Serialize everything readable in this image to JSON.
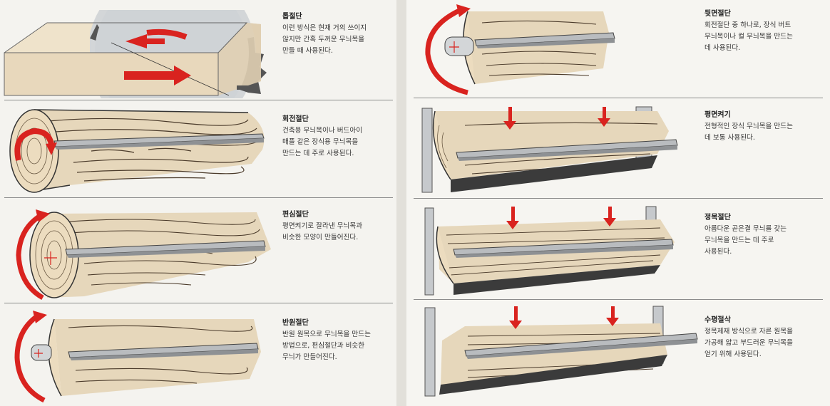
{
  "left_page": {
    "sections": [
      {
        "title": "톱절단",
        "text": "이런 방식은 현재 거의 쓰이지\n않지만 간혹 두꺼운 무늬목을\n만들 때 사용된다."
      },
      {
        "title": "회전절단",
        "text": "건축용 무늬목이나 버드아이\n매플 같은 장식용 무늬목을\n만드는 데 주로 사용된다."
      },
      {
        "title": "편심절단",
        "text": "평면켜기로 잘라낸 무늬목과\n비슷한 모양이 만들어진다."
      },
      {
        "title": "반원절단",
        "text": "반원 원목으로 무늬목을 만드는\n방법으로, 편심절단과 비슷한\n무늬가 만들어진다."
      }
    ]
  },
  "right_page": {
    "sections": [
      {
        "title": "뒷면절단",
        "text": "회전절단 중 하나로, 장식 버트\n무늬목이나 컬 무늬목을 만드는\n데 사용된다."
      },
      {
        "title": "평면켜기",
        "text": "전형적인 장식 무늬목을 만드는\n데 보통 사용된다."
      },
      {
        "title": "정목절단",
        "text": "아름다운 곧은결 무늬를 갖는\n무늬목을 만드는 데 주로\n사용된다."
      },
      {
        "title": "수평절삭",
        "text": "정목제재 방식으로 자른 원목을\n가공해 얇고 부드러운 무늬목을\n얻기 위해 사용된다."
      }
    ]
  },
  "colors": {
    "arrow_red": "#d9231f",
    "wood_light": "#eadcc0",
    "wood_grain": "#4a3a2a",
    "steel": "#b9bcbf"
  }
}
